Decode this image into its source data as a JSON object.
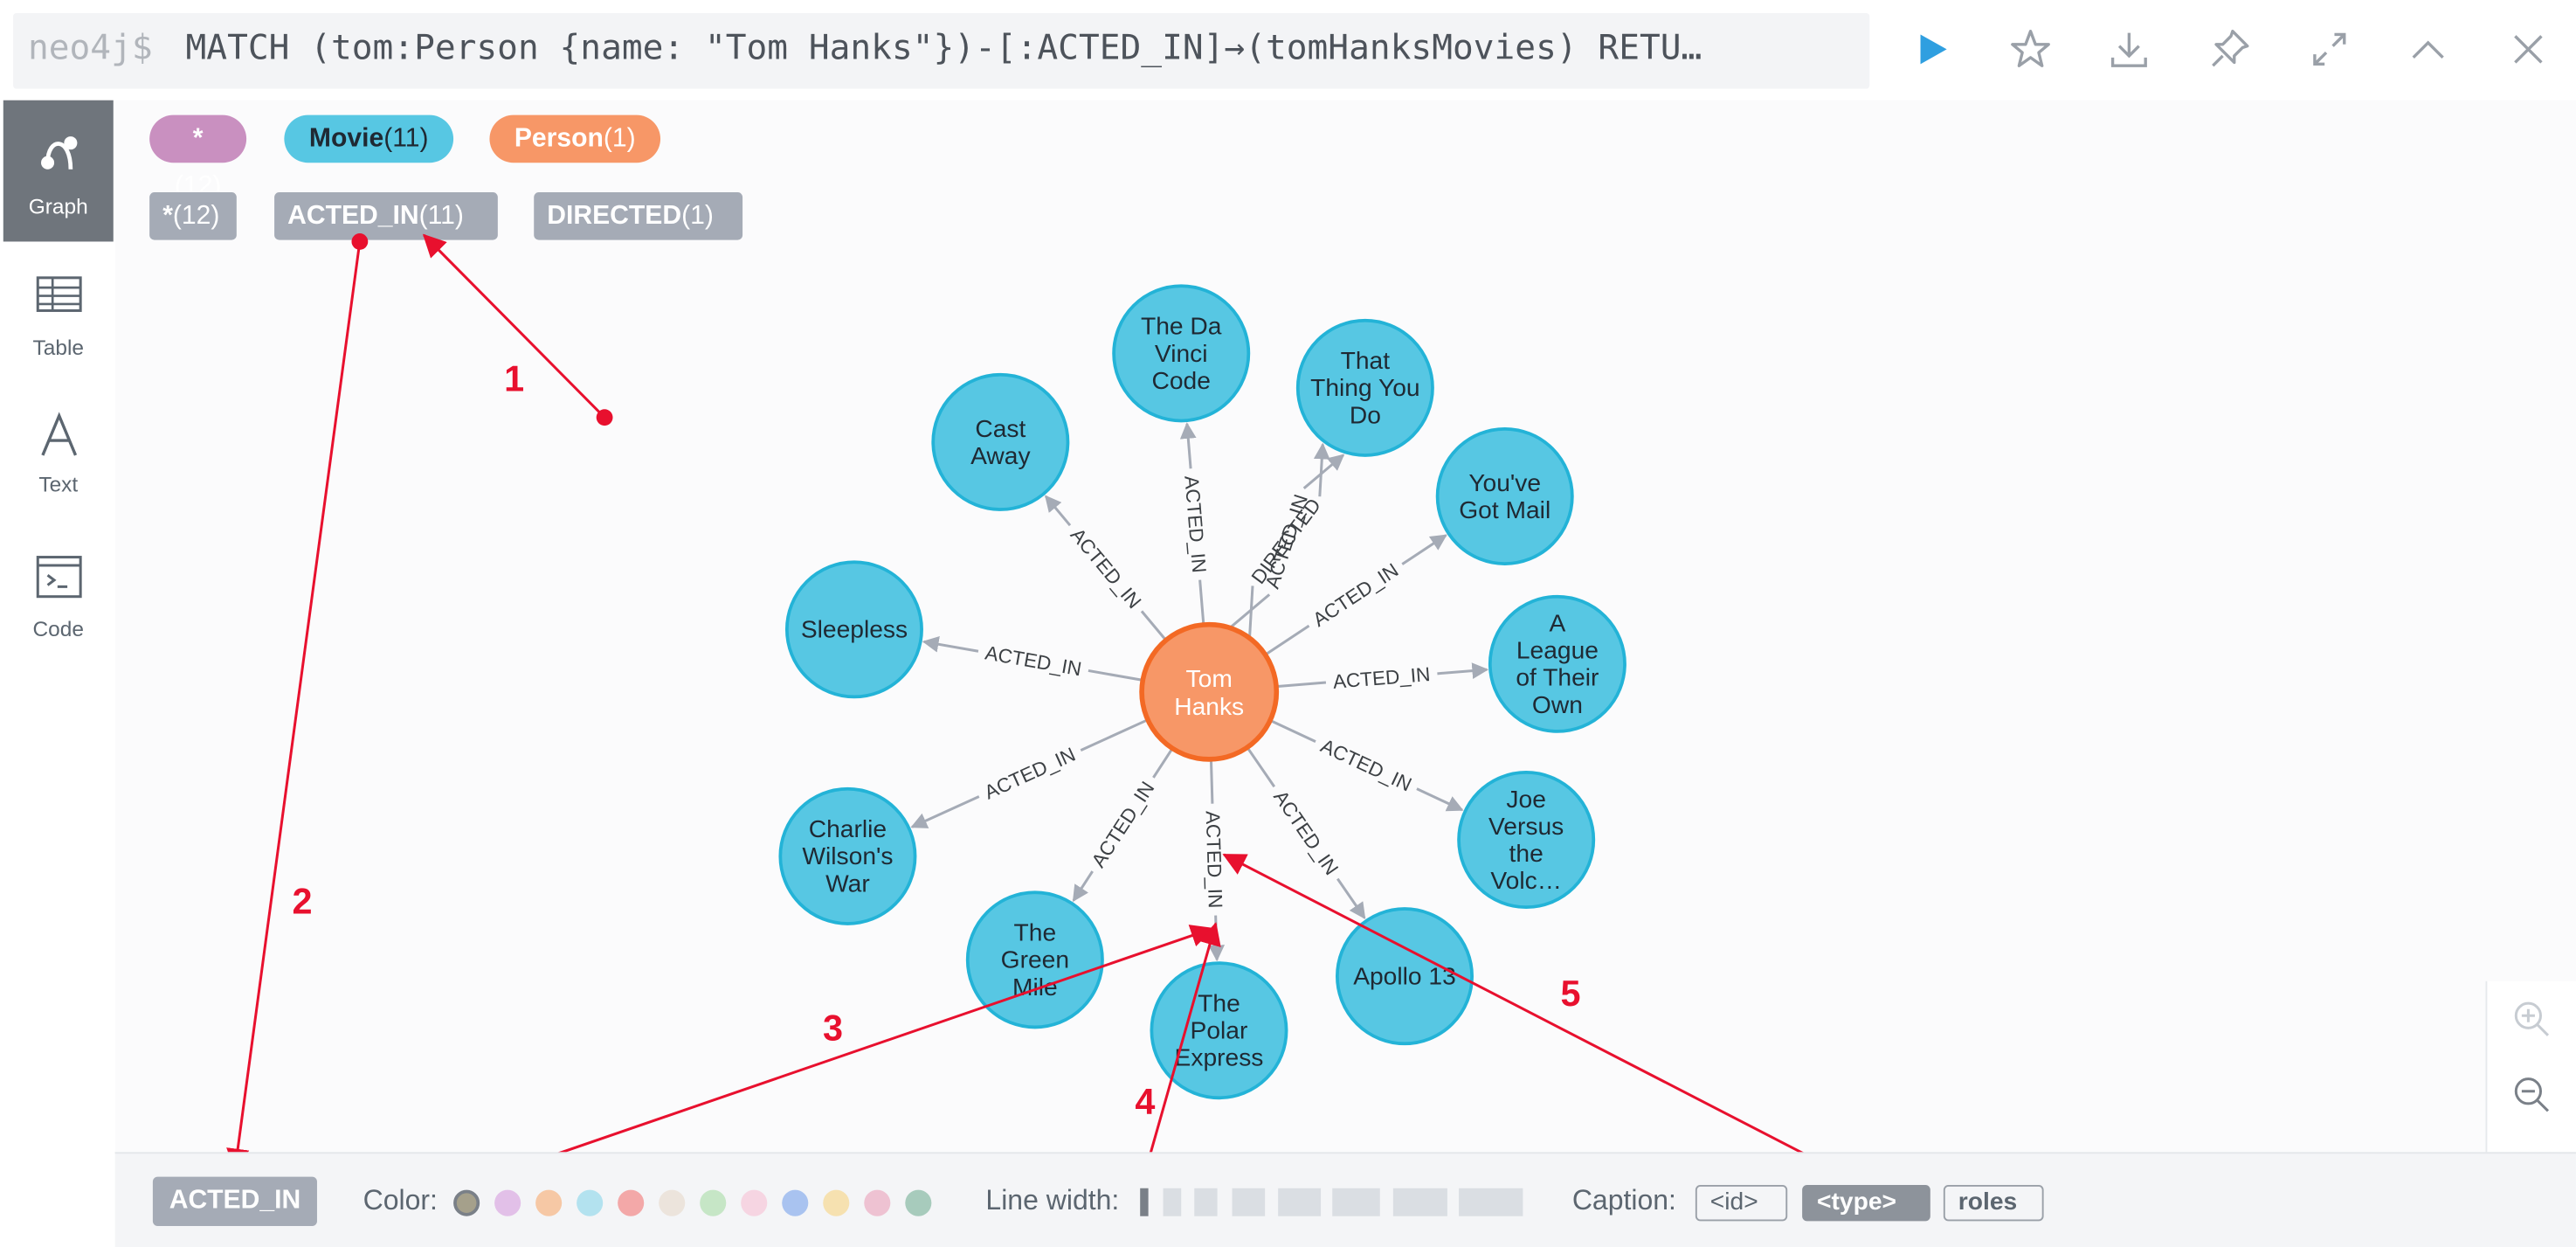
{
  "header": {
    "prompt": "neo4j$",
    "query": "MATCH (tom:Person {name: \"Tom Hanks\"})-[:ACTED_IN]→(tomHanksMovies) RETU…"
  },
  "toolbar": {
    "icons": [
      "play-icon",
      "star-icon",
      "download-icon",
      "pin-icon",
      "expand-icon",
      "collapse-icon",
      "close-icon"
    ],
    "accent": "#2f9fe0"
  },
  "sidebar": {
    "items": [
      {
        "label": "Graph",
        "icon": "graph-icon",
        "active": true
      },
      {
        "label": "Table",
        "icon": "table-icon",
        "active": false
      },
      {
        "label": "Text",
        "icon": "text-icon",
        "active": false
      },
      {
        "label": "Code",
        "icon": "code-icon",
        "active": false
      }
    ]
  },
  "node_labels": [
    {
      "name": "*",
      "count": "(12)",
      "color": "#c990c0"
    },
    {
      "name": "Movie",
      "count": "(11)",
      "color": "#57c7e3"
    },
    {
      "name": "Person",
      "count": "(1)",
      "color": "#f79767"
    }
  ],
  "rel_types": [
    {
      "name": "*",
      "count": "(12)"
    },
    {
      "name": "ACTED_IN",
      "count": "(11)"
    },
    {
      "name": "DIRECTED",
      "count": "(1)"
    }
  ],
  "graph": {
    "center": {
      "label": [
        "Tom",
        "Hanks"
      ],
      "color": "#f79767"
    },
    "movie_color": "#57c7e3",
    "nodes": [
      {
        "label": [
          "Cast",
          "Away"
        ],
        "rel": "ACTED_IN"
      },
      {
        "label": [
          "The Da",
          "Vinci",
          "Code"
        ],
        "rel": "ACTED_IN"
      },
      {
        "label": [
          "That",
          "Thing You",
          "Do"
        ],
        "rel": "ACTED_IN",
        "rel2": "DIRECTED"
      },
      {
        "label": [
          "You've",
          "Got Mail"
        ],
        "rel": "ACTED_IN"
      },
      {
        "label": [
          "A",
          "League",
          "of Their",
          "Own"
        ],
        "rel": "ACTED_IN"
      },
      {
        "label": [
          "Joe",
          "Versus",
          "the",
          "Volc…"
        ],
        "rel": "ACTED_IN"
      },
      {
        "label": [
          "Apollo 13"
        ],
        "rel": "ACTED_IN"
      },
      {
        "label": [
          "The",
          "Polar",
          "Express"
        ],
        "rel": "ACTED_IN"
      },
      {
        "label": [
          "The",
          "Green",
          "Mile"
        ],
        "rel": "ACTED_IN"
      },
      {
        "label": [
          "Charlie",
          "Wilson's",
          "War"
        ],
        "rel": "ACTED_IN"
      },
      {
        "label": [
          "Sleepless"
        ],
        "rel": "ACTED_IN"
      }
    ]
  },
  "annotations": [
    "1",
    "2",
    "3",
    "4",
    "5"
  ],
  "annotation_color": "#e8102e",
  "bottom": {
    "selected_type": "ACTED_IN",
    "color_label": "Color:",
    "colors": [
      "#a5a08b",
      "#e2c0e8",
      "#f6c8a5",
      "#b3e2ef",
      "#f3a8a8",
      "#ece4dc",
      "#c6e6c6",
      "#f6d5e2",
      "#a9c3f0",
      "#f6e1b0",
      "#eec2d2",
      "#a7cbbc"
    ],
    "line_width_label": "Line width:",
    "caption_label": "Caption:",
    "captions": [
      {
        "label": "<id>",
        "selected": false
      },
      {
        "label": "<type>",
        "selected": true
      },
      {
        "label": "roles",
        "selected": false
      }
    ]
  },
  "zoom": {
    "icons": [
      "zoom-in-icon",
      "zoom-out-icon"
    ]
  }
}
